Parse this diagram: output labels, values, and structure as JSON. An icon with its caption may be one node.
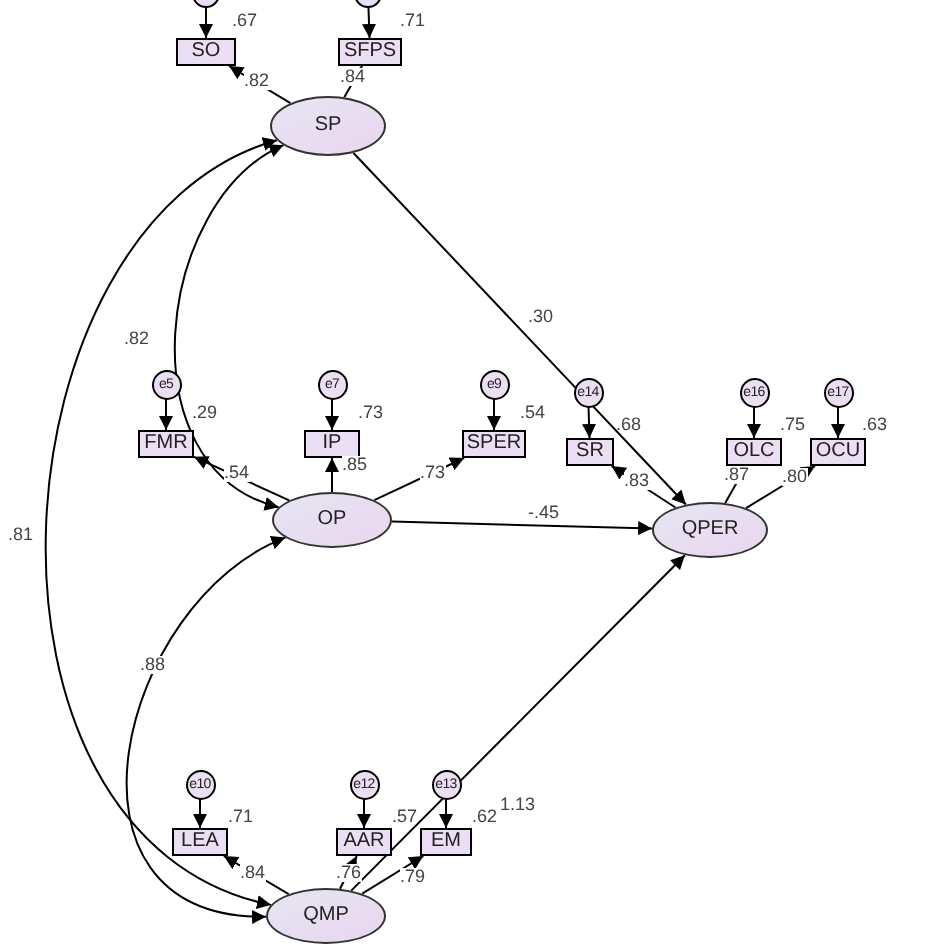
{
  "diagram": {
    "nodes": [
      {
        "text": [],
        "shape": "circle"
      },
      {
        "text": [],
        "shape": "circle"
      },
      {
        "text": [
          "SO"
        ],
        "beside": [
          ".67"
        ]
      },
      {
        "text": [
          "SFPS"
        ],
        "beside": [
          ".71"
        ]
      },
      {
        "text": [
          "SP"
        ]
      },
      {
        "text": [
          "e5"
        ]
      },
      {
        "text": [
          "e7"
        ]
      },
      {
        "text": [
          "e9"
        ]
      },
      {
        "text": [
          "e14"
        ]
      },
      {
        "text": [
          "e16"
        ]
      },
      {
        "text": [
          "e17"
        ]
      },
      {
        "text": [
          "FMR"
        ],
        "beside": [
          ".29"
        ]
      },
      {
        "text": [
          "IP"
        ],
        "beside": [
          ".73"
        ]
      },
      {
        "text": [
          "SPER"
        ],
        "beside": [
          ".54"
        ]
      },
      {
        "text": [
          "SR"
        ],
        "beside": [
          ".68"
        ]
      },
      {
        "text": [
          "OLC"
        ],
        "beside": [
          ".75"
        ]
      },
      {
        "text": [
          "OCU"
        ],
        "beside": [
          ".63"
        ]
      },
      {
        "text": [
          "OP"
        ]
      },
      {
        "text": [
          "QPER"
        ]
      },
      {
        "text": [
          "e10"
        ]
      },
      {
        "text": [
          "e12"
        ]
      },
      {
        "text": [
          "e13"
        ]
      },
      {
        "text": [
          "LEA"
        ],
        "beside": [
          ".71"
        ]
      },
      {
        "text": [
          "AAR"
        ],
        "beside": [
          ".57"
        ]
      },
      {
        "text": [
          "EM"
        ],
        "beside": [
          ".62"
        ]
      },
      {
        "text": [
          "QMP"
        ]
      }
    ],
    "edges": [
      {
        "from": 0,
        "to": 2,
        "arrow": "to"
      },
      {
        "from": 1,
        "to": 3,
        "arrow": "to"
      },
      {
        "from": 4,
        "to": 2,
        "arrow": "to",
        "label": ".82"
      },
      {
        "from": 4,
        "to": 3,
        "arrow": "to",
        "label": ".84"
      },
      {
        "from": 4,
        "to": 18,
        "arrow": "to",
        "label": ".30"
      },
      {
        "from": 4,
        "to": 17,
        "arrow": "both",
        "label": ".82"
      },
      {
        "from": 4,
        "to": 25,
        "arrow": "both",
        "label": ".81"
      },
      {
        "from": 17,
        "to": 25,
        "arrow": "both",
        "label": ".88"
      },
      {
        "from": 5,
        "to": 11,
        "arrow": "to"
      },
      {
        "from": 6,
        "to": 12,
        "arrow": "to"
      },
      {
        "from": 7,
        "to": 13,
        "arrow": "to"
      },
      {
        "from": 8,
        "to": 14,
        "arrow": "to"
      },
      {
        "from": 9,
        "to": 15,
        "arrow": "to"
      },
      {
        "from": 10,
        "to": 16,
        "arrow": "to"
      },
      {
        "from": 17,
        "to": 11,
        "arrow": "to",
        "label": ".54"
      },
      {
        "from": 17,
        "to": 12,
        "arrow": "to",
        "label": ".85"
      },
      {
        "from": 17,
        "to": 13,
        "arrow": "to",
        "label": ".73"
      },
      {
        "from": 17,
        "to": 18,
        "arrow": "to",
        "label": "-.45"
      },
      {
        "from": 18,
        "to": 14,
        "arrow": "to",
        "label": ".83"
      },
      {
        "from": 18,
        "to": 15,
        "arrow": "to",
        "label": ".87"
      },
      {
        "from": 18,
        "to": 16,
        "arrow": "to",
        "label": ".80"
      },
      {
        "from": 19,
        "to": 22,
        "arrow": "to"
      },
      {
        "from": 20,
        "to": 23,
        "arrow": "to"
      },
      {
        "from": 21,
        "to": 24,
        "arrow": "to"
      },
      {
        "from": 25,
        "to": 22,
        "arrow": "to",
        "label": ".84"
      },
      {
        "from": 25,
        "to": 23,
        "arrow": "to",
        "label": ".76"
      },
      {
        "from": 25,
        "to": 24,
        "arrow": "to",
        "label": ".79"
      },
      {
        "from": 25,
        "to": 18,
        "arrow": "to",
        "label": "1.13"
      }
    ]
  }
}
